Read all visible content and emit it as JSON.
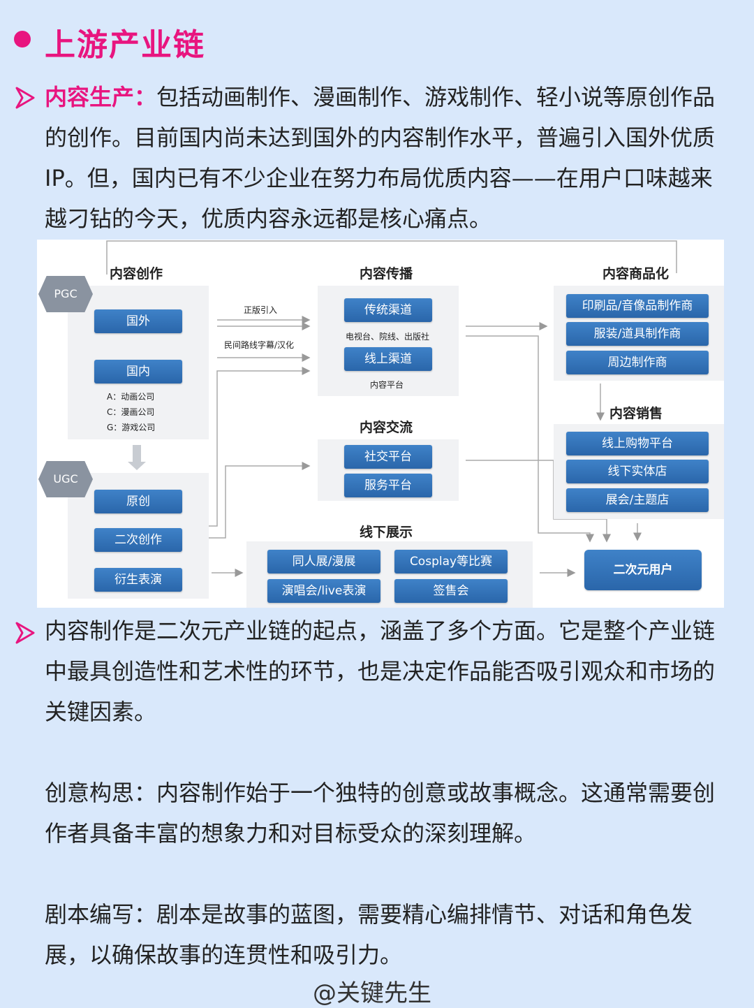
{
  "heading": "上游产业链",
  "para1": {
    "label": "内容生产：",
    "text": "包括动画制作、漫画制作、游戏制作、轻小说等原创作品的创作。目前国内尚未达到国外的内容制作水平，普遍引入国外优质IP。但，国内已有不少企业在努力布局优质内容——在用户口味越来越刁钻的今天，优质内容永远都是核心痛点。"
  },
  "diagram": {
    "creation": {
      "title": "内容创作",
      "pgc": "PGC",
      "ugc": "UGC",
      "foreign": "国外",
      "domestic": "国内",
      "note_a": "A：动画公司",
      "note_c": "C：漫画公司",
      "note_g": "G：游戏公司",
      "original": "原创",
      "derivative": "二次创作",
      "performance": "衍生表演"
    },
    "edges": {
      "licensed": "正版引入",
      "fansub": "民间路线字幕/汉化"
    },
    "spread": {
      "title": "内容传播",
      "traditional": "传统渠道",
      "traditional_note": "电视台、院线、出版社",
      "online": "线上渠道",
      "online_note": "内容平台"
    },
    "exchange": {
      "title": "内容交流",
      "social": "社交平台",
      "service": "服务平台"
    },
    "offline": {
      "title": "线下展示",
      "doujin": "同人展/漫展",
      "cosplay": "Cosplay等比赛",
      "concert": "演唱会/live表演",
      "signing": "签售会"
    },
    "merch": {
      "title": "内容商品化",
      "print": "印刷品/音像品制作商",
      "costume": "服装/道具制作商",
      "peripheral": "周边制作商"
    },
    "sales": {
      "title": "内容销售",
      "online_shop": "线上购物平台",
      "offline_store": "线下实体店",
      "exhibition": "展会/主题店"
    },
    "users": "二次元用户"
  },
  "para2": "内容制作是二次元产业链的起点，涵盖了多个方面。它是整个产业链中最具创造性和艺术性的环节，也是决定作品能否吸引观众和市场的关键因素。",
  "para3": "创意构思：内容制作始于一个独特的创意或故事概念。这通常需要创作者具备丰富的想象力和对目标受众的深刻理解。",
  "para4": "剧本编写：剧本是故事的蓝图，需要精心编排情节、对话和角色发展，以确保故事的连贯性和吸引力。",
  "watermark": "@关键先生",
  "colors": {
    "accent": "#e8157f",
    "background": "#d9e8fb",
    "node": "#2f6fb5"
  }
}
